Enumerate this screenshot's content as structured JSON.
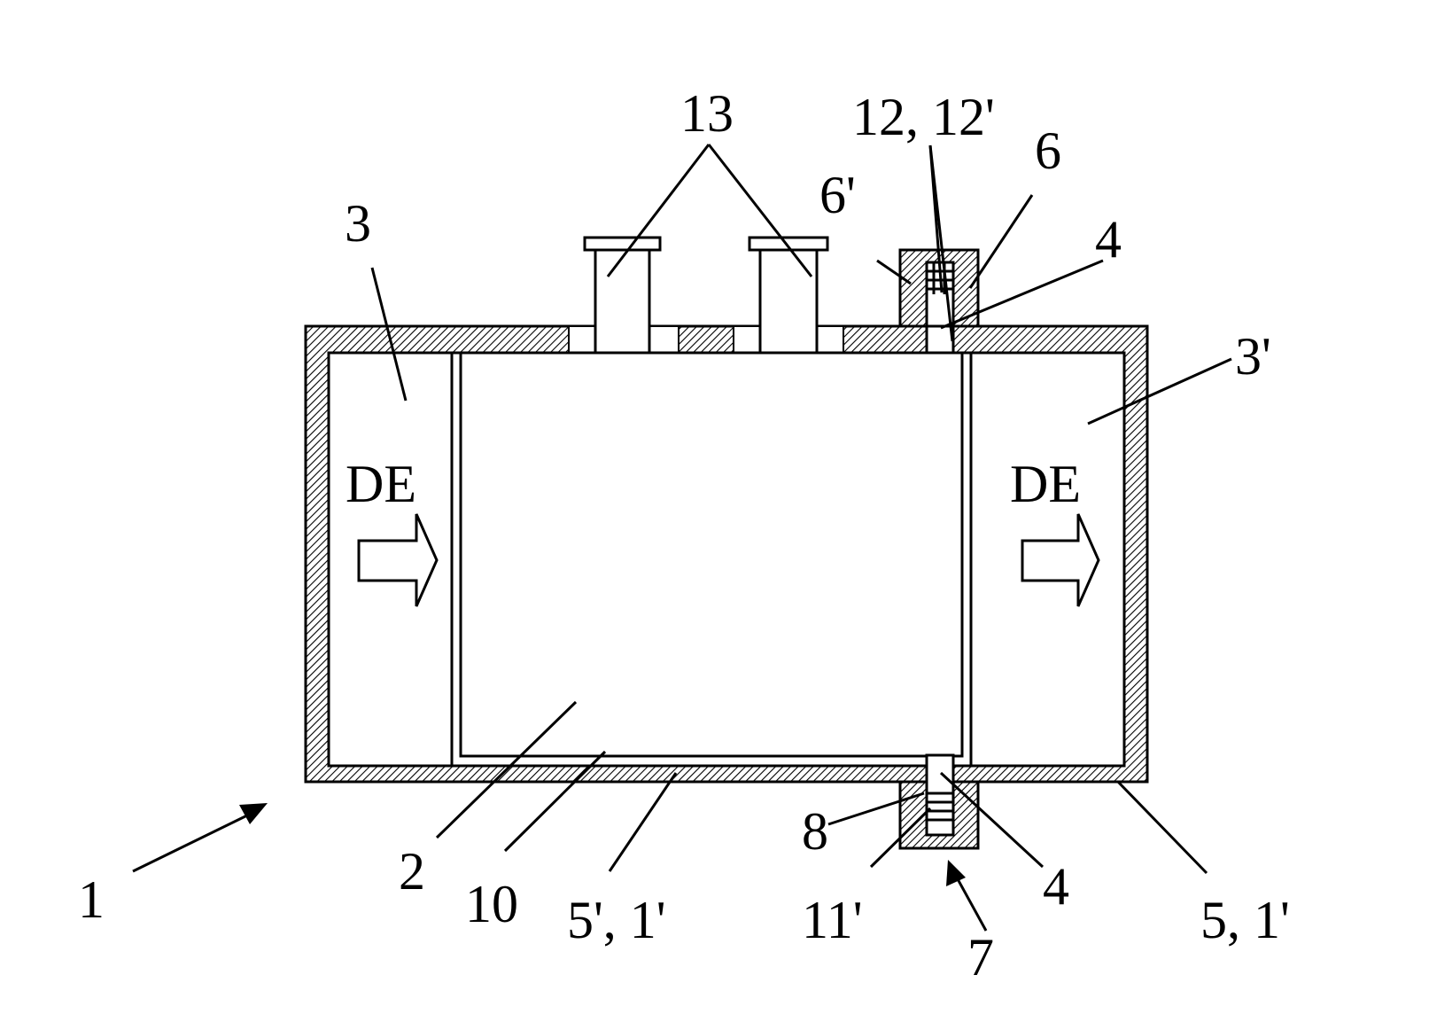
{
  "diagram": {
    "labels": {
      "device": "1",
      "substrate": "2",
      "inlet_chamber": "3",
      "outlet_chamber": "3'",
      "sensor_element": "4",
      "sensor_element_bottom": "4",
      "housing_shell": "5, 1'",
      "housing_shell_inner": "5', 1'",
      "mount_top": "6",
      "mount_top_prime": "6'",
      "sensor_bottom": "7",
      "contact_bottom": "8",
      "mat": "10",
      "contact_11": "11'",
      "contact_12": "12, 12'",
      "ports": "13",
      "flow_in": "DE",
      "flow_out": "DE"
    }
  }
}
